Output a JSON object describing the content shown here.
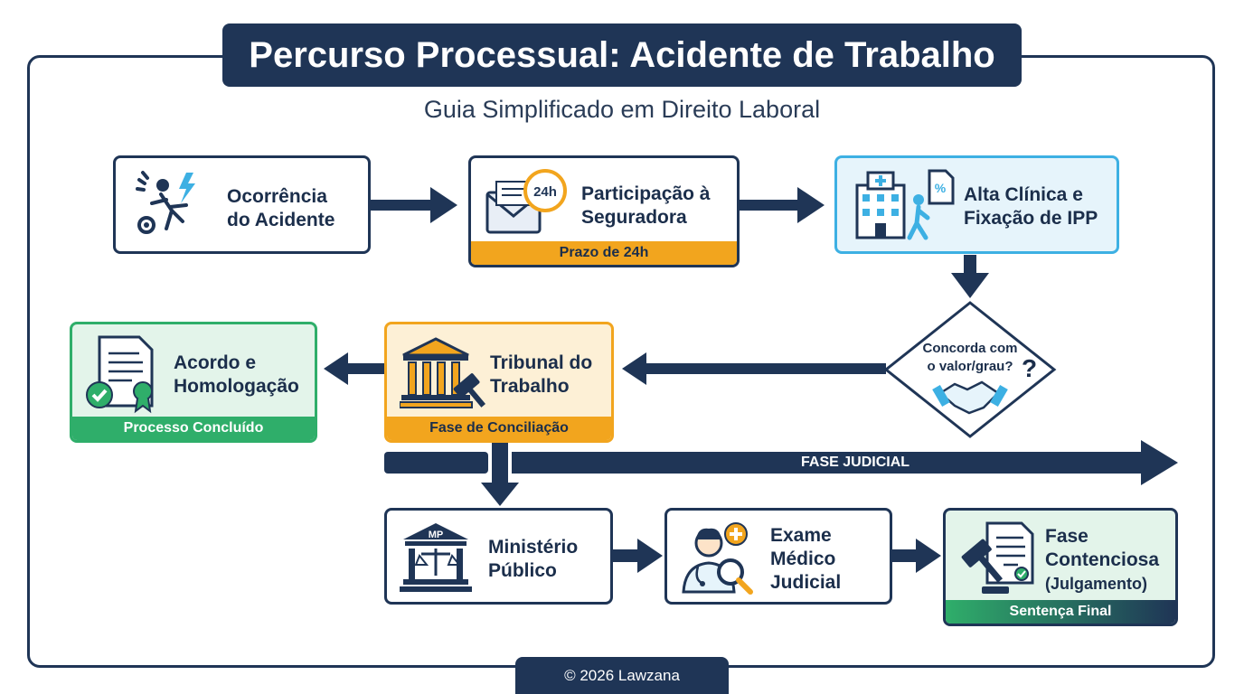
{
  "title": "Percurso Processual: Acidente de Trabalho",
  "subtitle": "Guia Simplificado em Direito Laboral",
  "steps": {
    "occurrence": {
      "line1": "Ocorrência",
      "line2": "do Acidente"
    },
    "insurer": {
      "line1": "Participação à",
      "line2": "Seguradora",
      "badge": "Prazo de 24h",
      "clock_label": "24h"
    },
    "discharge": {
      "line1": "Alta Clínica e",
      "line2": "Fixação de IPP"
    },
    "decision": {
      "line1": "Concorda com",
      "line2": "o valor/grau?",
      "mark": "?"
    },
    "court": {
      "line1": "Tribunal do",
      "line2": "Trabalho",
      "badge": "Fase de Conciliação"
    },
    "agreement": {
      "line1": "Acordo e",
      "line2": "Homologação",
      "badge": "Processo Concluído"
    },
    "prosecutor": {
      "line1": "Ministério",
      "line2": "Público",
      "building_label": "MP"
    },
    "medical": {
      "line1": "Exame",
      "line2": "Médico",
      "line3": "Judicial"
    },
    "litigation": {
      "line1": "Fase",
      "line2": "Contenciosa",
      "line3": "(Julgamento)",
      "badge": "Sentença Final"
    }
  },
  "phase_label": "FASE JUDICIAL",
  "footer": "© 2026 Lawzana",
  "colors": {
    "navy": "#1f3556",
    "orange": "#f2a51e",
    "orange_light": "#fdf0d6",
    "blue": "#3db0e3",
    "blue_light": "#e6f4fb",
    "green": "#2fae6a",
    "green_light": "#e3f4ea"
  }
}
